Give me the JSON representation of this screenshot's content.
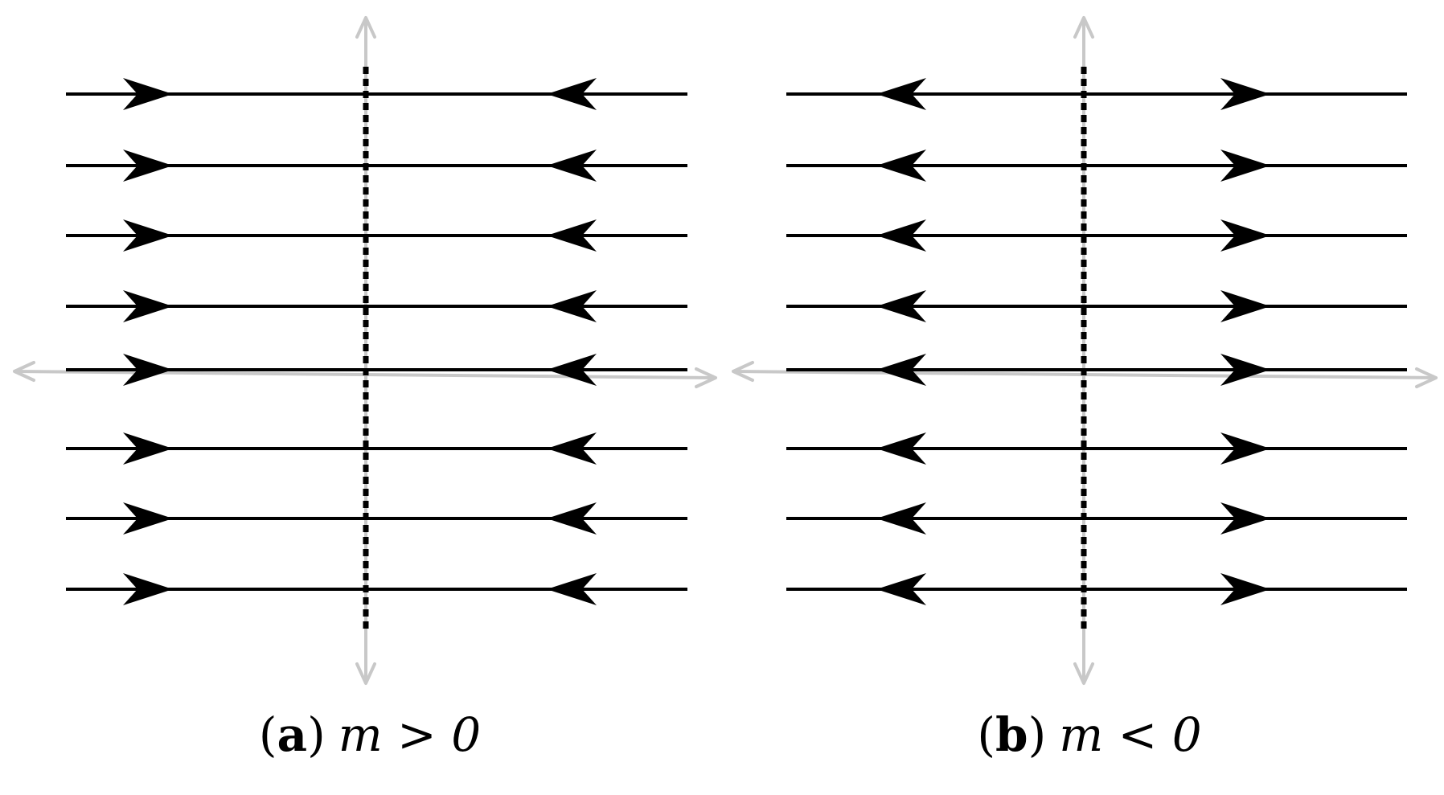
{
  "panels": [
    {
      "id": "a",
      "caption": {
        "open": "(",
        "letter": "a",
        "close": ")",
        "condition": "m > 0"
      },
      "flow": "inward",
      "line_count": 8
    },
    {
      "id": "b",
      "caption": {
        "open": "(",
        "letter": "b",
        "close": ")",
        "condition": "m < 0"
      },
      "flow": "outward",
      "line_count": 8
    }
  ],
  "colors": {
    "lines": "#000000",
    "axes": "#c8c8c8",
    "dotted": "#000000"
  }
}
